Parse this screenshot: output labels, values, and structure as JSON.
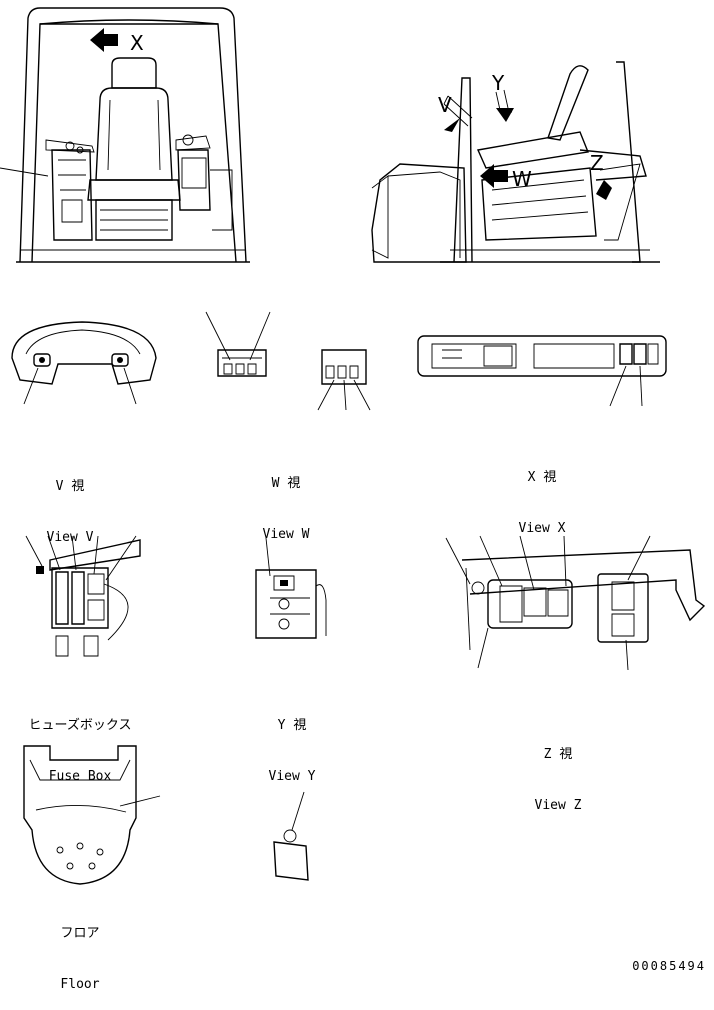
{
  "views": {
    "v": {
      "caption_jp": "V 視",
      "caption_en": "View V"
    },
    "w": {
      "caption_jp": "W 視",
      "caption_en": "View W"
    },
    "x": {
      "caption_jp": "X 視",
      "caption_en": "View X"
    },
    "y": {
      "caption_jp": "Y 視",
      "caption_en": "View Y"
    },
    "z": {
      "caption_jp": "Z 視",
      "caption_en": "View Z"
    },
    "fuse_box": {
      "caption_jp": "ヒューズボックス",
      "caption_en": "Fuse Box"
    },
    "floor": {
      "caption_jp": "フロア",
      "caption_en": "Floor"
    }
  },
  "view_letters": {
    "x": "X",
    "y": "Y",
    "w": "W",
    "v": "V",
    "z": "Z"
  },
  "document_number": "00085494"
}
